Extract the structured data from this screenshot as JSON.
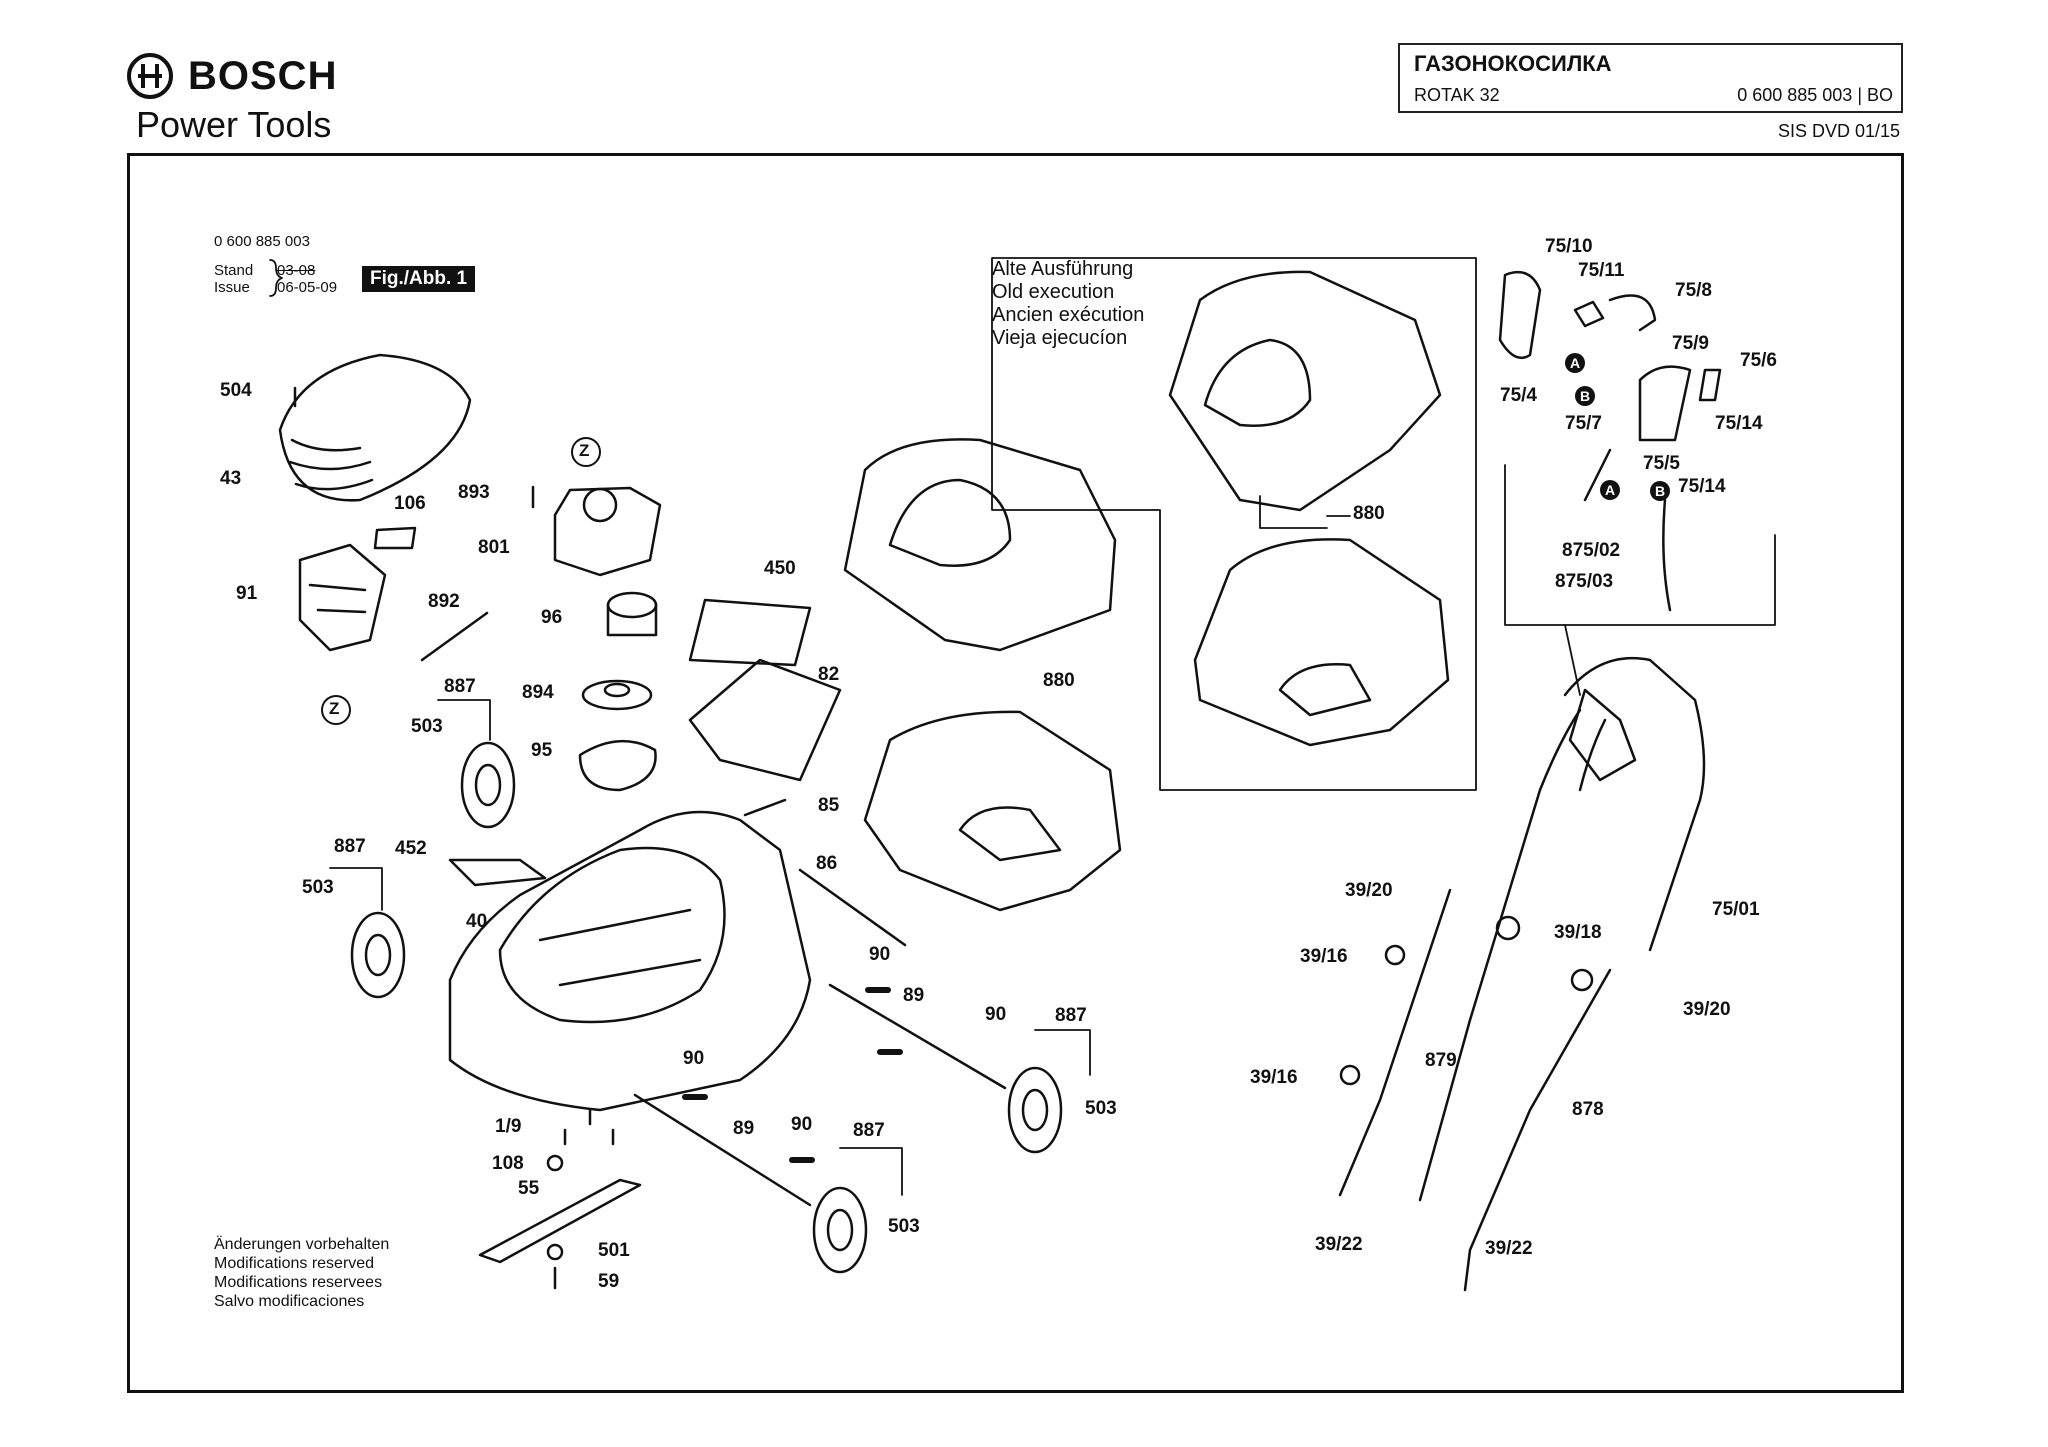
{
  "header": {
    "brand": "BOSCH",
    "brand_sub": "Power Tools",
    "product_type": "ГАЗОНОКОСИЛКА",
    "model": "ROTAK 32",
    "part_number": "0 600 885 003 | BO",
    "source": "SIS DVD 01/15"
  },
  "figure": {
    "part_number": "0 600 885 003",
    "stand_label": "Stand",
    "issue_label": "Issue",
    "stand_old": "03-08",
    "stand_date": "06-05-09",
    "tag": "Fig./Abb. 1"
  },
  "old_version_note": [
    "Alte Ausführung",
    "Old execution",
    "Ancien exécution",
    "Vieja ejecucíon"
  ],
  "disclaimer": [
    "Änderungen vorbehalten",
    "Modifications reserved",
    "Modifications reservees",
    "Salvo modificaciones"
  ],
  "callouts": [
    "504",
    "43",
    "106",
    "893",
    "801",
    "Z",
    "91",
    "892",
    "96",
    "Z",
    "887",
    "503",
    "894",
    "95",
    "450",
    "82",
    "85",
    "887",
    "452",
    "503",
    "40",
    "86",
    "90",
    "89",
    "90",
    "887",
    "503",
    "90",
    "1/9",
    "108",
    "55",
    "501",
    "59",
    "89",
    "90",
    "887",
    "503",
    "880",
    "880",
    "75/10",
    "75/11",
    "75/8",
    "75/9",
    "75/6",
    "75/4",
    "75/7",
    "75/14",
    "75/5",
    "75/14",
    "875/02",
    "875/03",
    "39/20",
    "39/18",
    "75/01",
    "39/16",
    "39/20",
    "879",
    "39/16",
    "878",
    "39/22",
    "39/22"
  ],
  "connector_markers": [
    "A",
    "B",
    "A",
    "B"
  ],
  "colors": {
    "ink": "#111111",
    "fill": "#ffffff",
    "tag_bg": "#111111"
  }
}
